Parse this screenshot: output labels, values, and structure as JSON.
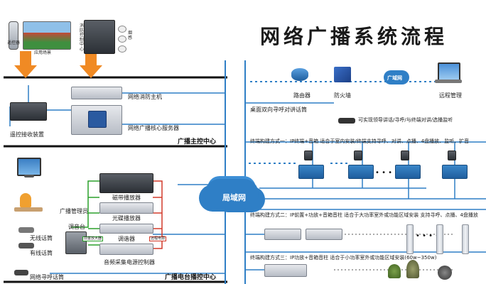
{
  "title": "网络广播系统流程",
  "top_labels": {
    "remote": "遥控器",
    "venue": "应用场景",
    "fire_control": "消防控制中心",
    "smoke": "烟感"
  },
  "left_devices": {
    "remote_receiver": "遥控接收装置",
    "fire_host": "网络消防主机",
    "core_server": "网络广播核心服务器",
    "main_center": "广播主控中心",
    "admin": "广播管理员",
    "mixer": "调音台",
    "wireless_mic": "无线话筒",
    "wired_mic": "有线话筒",
    "tape": "磁带播放器",
    "cd": "光碟播放器",
    "tuner": "调谐器",
    "collector": "音频采集电源控制器",
    "preamp": "前置放大器",
    "remote_power": "远程电源",
    "pager": "网络寻呼话筒",
    "station_center": "广播电台播控中心"
  },
  "network": {
    "lan": "局域网",
    "wan": "广域网",
    "router": "路由器",
    "firewall": "防火墙",
    "remote_mgmt": "远程管理"
  },
  "terminal": {
    "desk_call": "桌面双向寻呼对讲话筒",
    "intercom_note": "可实现领导讲话/寻呼/与终端对讲/选播监听",
    "mode1": "终端构建方式一：IP终端+音箱  适合于室内安装/终端支持寻呼、对讲、点播、4盘播放、监听、扩音",
    "mode2": "终端构建方式二：IP前置+功放+音箱音柱  适合于大功率室外或功能区域安装  支持寻呼、点播、4盘播放",
    "mode3": "终端构建方式三：IP功放+音箱音柱  适合于小功率室外或功能区域安装(60w~350w)"
  },
  "colors": {
    "line_blue": "#2f7fc6",
    "dash_blue": "#2f7fc6",
    "arrow_orange": "#f08a24",
    "bus_black": "#111111",
    "green_line": "#2aa02a",
    "red_line": "#d23a2a"
  }
}
